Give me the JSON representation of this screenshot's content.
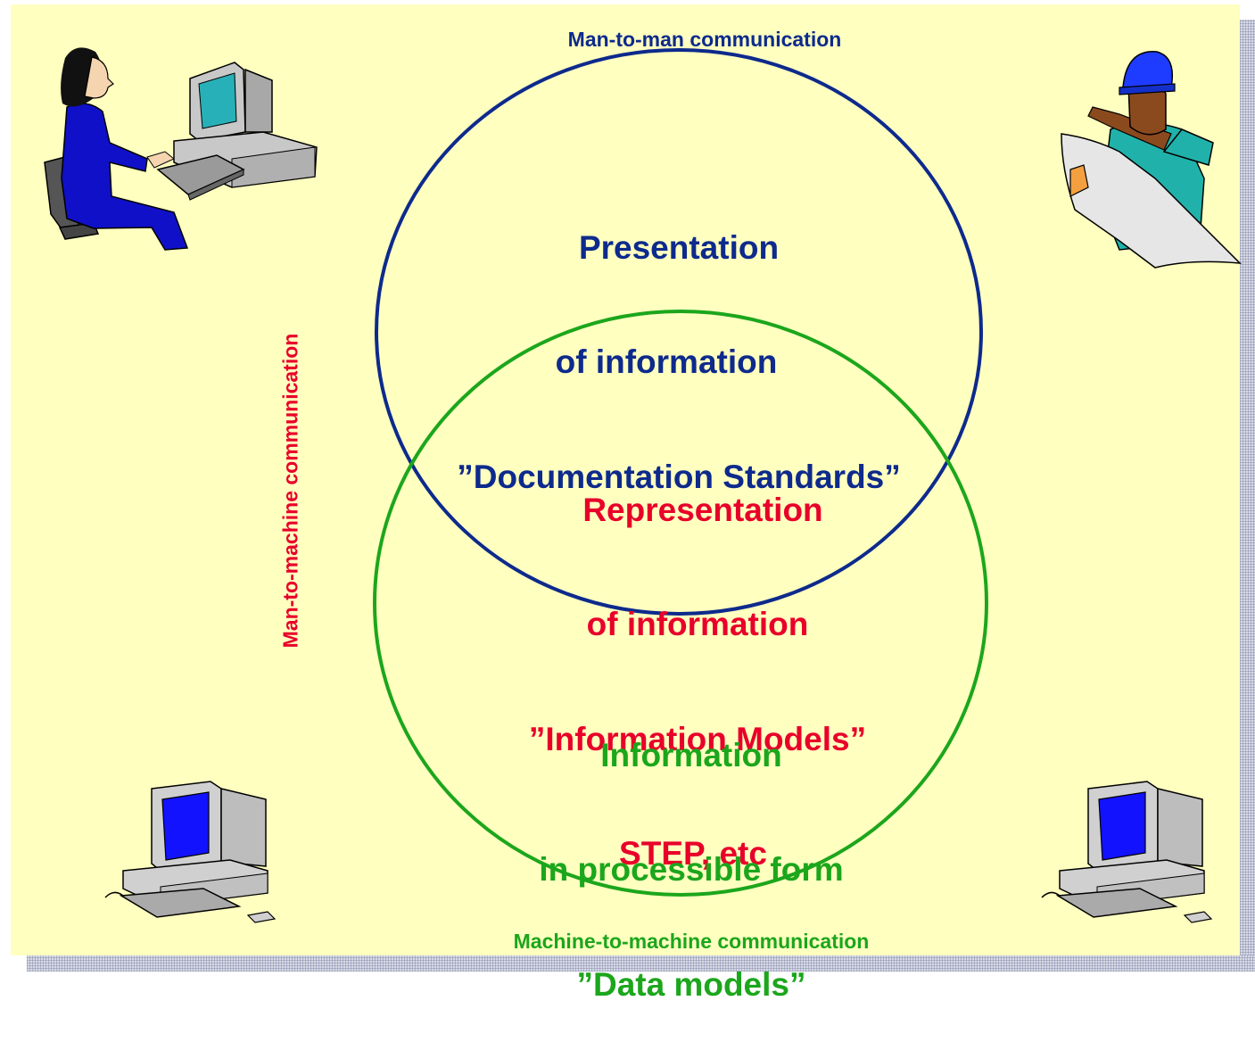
{
  "labels": {
    "top": "Man-to-man communication",
    "side": "Man-to-machine communication",
    "bottom": "Machine-to-machine communication"
  },
  "presentation": {
    "line1": "Presentation",
    "line2": "of information",
    "line3": "”Documentation Standards”"
  },
  "representation": {
    "line1": "Representation",
    "line2": "of information",
    "line3": "”Information Models”",
    "line4": "STEP, etc"
  },
  "processible": {
    "line1": "Information",
    "line2": "in processible form",
    "line3": "”Data models”"
  },
  "colors": {
    "background": "#ffffc0",
    "blue": "#0d2a8c",
    "red": "#e8002a",
    "green": "#1ca61c"
  }
}
